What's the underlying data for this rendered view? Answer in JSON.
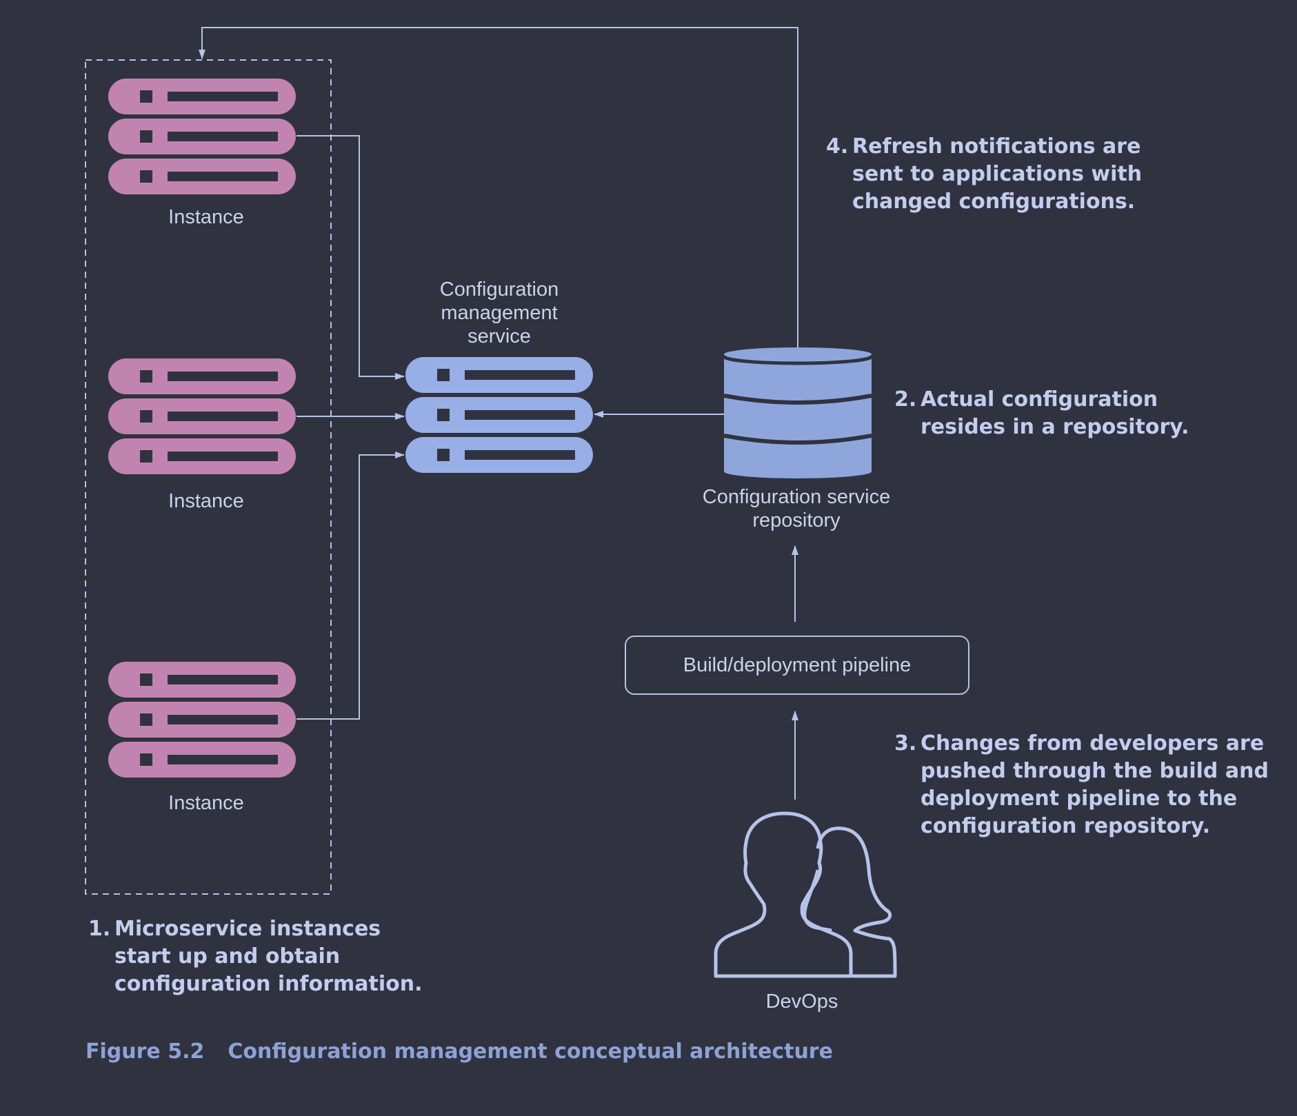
{
  "labels": {
    "instance_1": "Instance",
    "instance_2": "Instance",
    "instance_3": "Instance",
    "config_service_line1": "Configuration",
    "config_service_line2": "management",
    "config_service_line3": "service",
    "repo_line1": "Configuration service",
    "repo_line2": "repository",
    "pipeline": "Build/deployment pipeline",
    "devops": "DevOps"
  },
  "notes": {
    "n1_num": "1.",
    "n1_l1": "Microservice instances",
    "n1_l2": "start up and obtain",
    "n1_l3": "configuration information.",
    "n2_num": "2.",
    "n2_l1": "Actual configuration",
    "n2_l2": "resides in a repository.",
    "n3_num": "3.",
    "n3_l1": "Changes from developers are",
    "n3_l2": "pushed through the build and",
    "n3_l3": "deployment pipeline to the",
    "n3_l4": "configuration repository.",
    "n4_num": "4.",
    "n4_l1": "Refresh notifications are",
    "n4_l2": "sent to applications with",
    "n4_l3": "changed configurations."
  },
  "caption": {
    "figure": "Figure 5.2",
    "title": "Configuration management conceptual architecture"
  },
  "colors": {
    "background": "#30333f",
    "instance_server": "#c184b0",
    "config_server": "#97aee6",
    "database": "#8fa6dd",
    "line": "#b6c3ea",
    "text": "#c9d3ec"
  }
}
